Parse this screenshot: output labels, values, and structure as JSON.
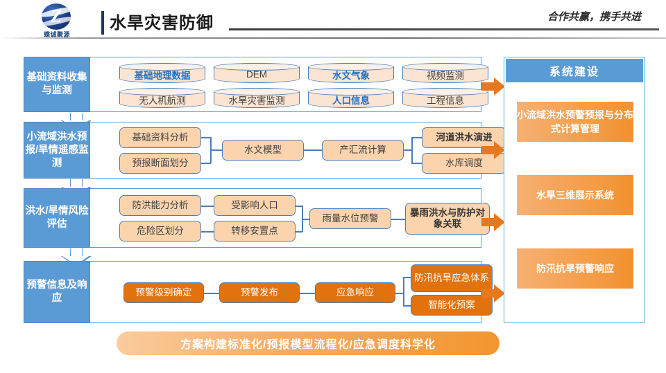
{
  "header": {
    "logo_text": "蝶诚聚源",
    "logo_mark": "Z",
    "title": "水旱灾害防御",
    "tagline": "合作共赢，携手共进"
  },
  "stages": [
    {
      "label": "基础资料收集与监测",
      "nodes": [
        "基础地理数据",
        "DEM",
        "水文气象",
        "视频监测",
        "无人机航测",
        "水旱灾害监测",
        "人口信息",
        "工程信息"
      ]
    },
    {
      "label": "小流域洪水预报/旱情遥感监测",
      "nodes": [
        "基础资料分析",
        "预报断面划分",
        "水文模型",
        "产汇流计算",
        "河道洪水演进",
        "水库调度"
      ]
    },
    {
      "label": "洪水/旱情风险评估",
      "nodes": [
        "防洪能力分析",
        "危险区划分",
        "受影响人口",
        "转移安置点",
        "雨量水位预警",
        "暴雨洪水与防护对象关联"
      ]
    },
    {
      "label": "预警信息及响应",
      "nodes": [
        "预警级别确定",
        "预警发布",
        "应急响应",
        "防汛抗旱应急体系",
        "智能化预案"
      ]
    }
  ],
  "system_panel": {
    "title": "系统建设",
    "items": [
      "小流域洪水预警预报与分布式计算管理",
      "水旱三维展示系统",
      "防汛抗旱预警响应"
    ]
  },
  "banner": {
    "text": "方案构建标准化/预报模型流程化/应急调度科学化"
  },
  "colors": {
    "stage_blue": "#5b9bd5",
    "node_peach": "#fbe4d2",
    "node_orange_light": "#fbd4ae",
    "node_orange_solid": "#e2720d",
    "arrow_orange": "#e8781e",
    "panel_cyan_border": "#41b6d9",
    "title_dark": "#1f3864"
  }
}
